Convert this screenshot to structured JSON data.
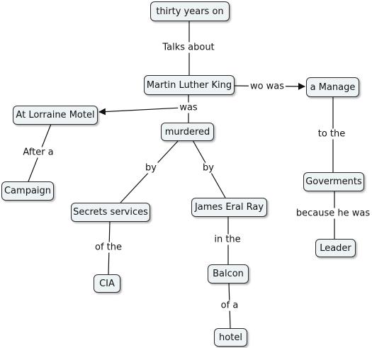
{
  "nodes": {
    "thirty": "thirty years on",
    "mlk": "Martin Luther King",
    "manage": "a Manage",
    "lorraine": "At Lorraine Motel",
    "murdered": "murdered",
    "campaign": "Campaign",
    "govs": "Goverments",
    "secrets": "Secrets services",
    "james": "James Eral Ray",
    "leader": "Leader",
    "cia": "CIA",
    "balcon": "Balcon",
    "hotel": "hotel"
  },
  "links": {
    "talks_about": "Talks about",
    "wo_was": "wo was",
    "was": "was",
    "after_a": "After a",
    "to_the": "to the",
    "by_left": "by",
    "by_right": "by",
    "because": "because he was",
    "of_the": "of the",
    "in_the": "in the",
    "of_a": "of a"
  }
}
